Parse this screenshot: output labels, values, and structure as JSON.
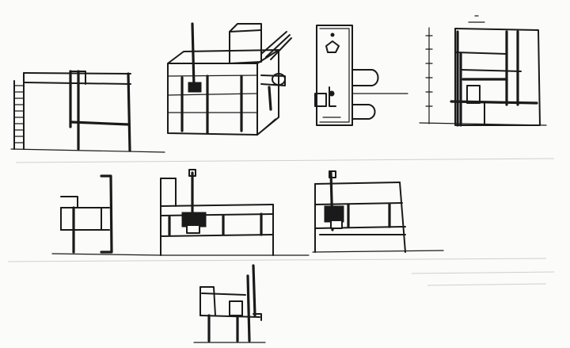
{
  "sheet": {
    "background": "#fbfbfa",
    "ink_color": "#1a1a1a",
    "sketches": [
      {
        "name": "elevation-with-hatched-wall"
      },
      {
        "name": "axonometric-with-tower"
      },
      {
        "name": "plan-with-cylinders"
      },
      {
        "name": "section-with-scale"
      },
      {
        "name": "small-side-elevation"
      },
      {
        "name": "long-elevation-a"
      },
      {
        "name": "long-elevation-b"
      },
      {
        "name": "bottom-small-elevation"
      }
    ]
  }
}
